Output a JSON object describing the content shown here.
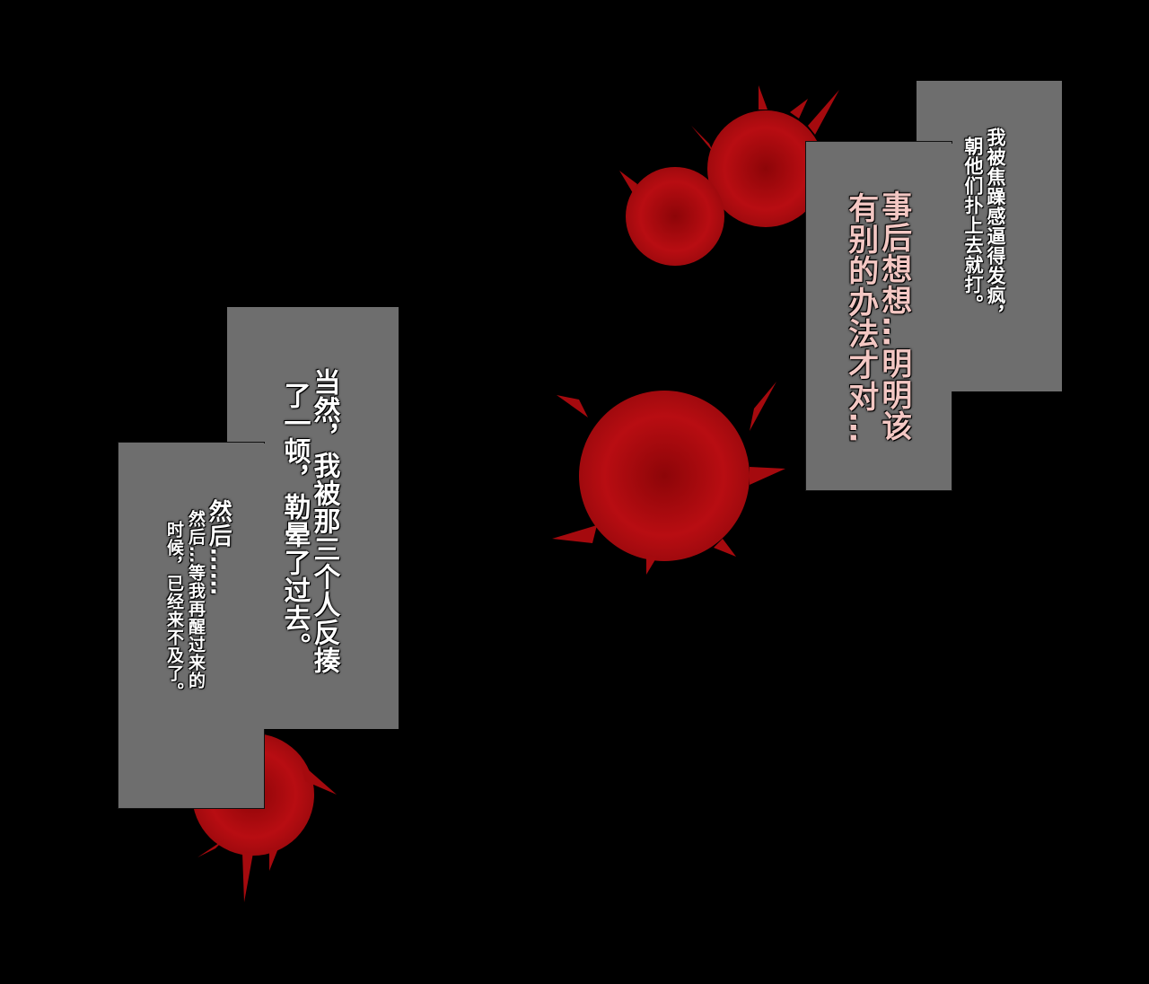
{
  "colors": {
    "background": "#000000",
    "panel": "#6e6e6e",
    "blood": "#b10c10",
    "pink_text": "#f3c7c3"
  },
  "right_panel": {
    "line1": "我被焦躁感逼得发疯，",
    "line2": "朝他们扑上去就打。",
    "pink_line1": "事后想想…明明该",
    "pink_line2": "有别的办法才对…"
  },
  "left_panel": {
    "line1": "当然，我被那三个人反揍",
    "line2": "了一顿，勒晕了过去。",
    "then_big": "然后……",
    "then_small": "然后…等我再醒过来的",
    "then_small2": "时候，已经来不及了。"
  }
}
